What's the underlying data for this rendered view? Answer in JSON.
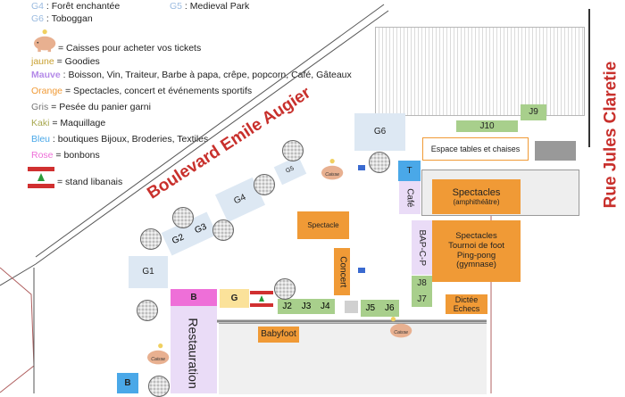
{
  "legend": {
    "g4_code": "G4",
    "g4_label": " : Forêt enchantée",
    "g5_code": "G5",
    "g5_label": " : Medieval Park",
    "g6_code": "G6",
    "g6_label": " : Toboggan",
    "caisse_label": "= Caisses pour acheter vos tickets",
    "jaune_key": "jaune",
    "jaune_label": " = Goodies",
    "mauve_key": "Mauve",
    "mauve_label": " : Boisson, Vin, Traiteur, Barbe à papa, crêpe, popcorn, Café, Gâteaux",
    "orange_key": "Orange",
    "orange_label": " = Spectacles, concert et événements sportifs",
    "gris_key": "Gris",
    "gris_label": " = Pesée du panier garni",
    "kaki_key": "Kaki",
    "kaki_label": " = Maquillage",
    "bleu_key": "Bleu",
    "bleu_label": " : boutiques Bijoux, Broderies, Textiles",
    "rose_key": "Rose",
    "rose_label": " = bonbons",
    "liban_label": "= stand libanais"
  },
  "roads": {
    "boulevard": "Boulevard Emile Augier",
    "rue": "Rue Jules Claretie"
  },
  "zones": {
    "g1": "G1",
    "g2": "G2",
    "g3": "G3",
    "g4": "G4",
    "g5": "G5",
    "g6": "G6",
    "t": "T",
    "cafe": "Café",
    "espace": "Espace tables et chaises",
    "j10": "J10",
    "j9": "J9",
    "amphi_title": "Spectacles",
    "amphi_sub": "(amphithéâtre)",
    "gym1": "Spectacles",
    "gym2": "Tournoi de foot",
    "gym3": "Ping-pong",
    "gym4": "(gymnase)",
    "bap": "BAP-C-P",
    "j8": "J8",
    "j7": "J7",
    "dictee1": "Dictée",
    "dictee2": "Echecs",
    "spectacle": "Spectacle",
    "concert": "Concert",
    "b_rose": "B",
    "restaurant": "Restauration",
    "g_yellow": "G",
    "j2": "J2",
    "j3": "J3",
    "j4": "J4",
    "j5": "J5",
    "j6": "J6",
    "babyfoot": "Babyfoot",
    "b_blue": "B"
  },
  "pig_text": "Caisse",
  "colors": {
    "orange": "#f09a36",
    "mauve": "#eadcf7",
    "kaki": "#a8cf8c",
    "bleu": "#4aa8e8",
    "rose": "#ee6fd8",
    "jaune": "#fbe29a",
    "gris": "#d0d0d0",
    "road": "#c8302c"
  }
}
